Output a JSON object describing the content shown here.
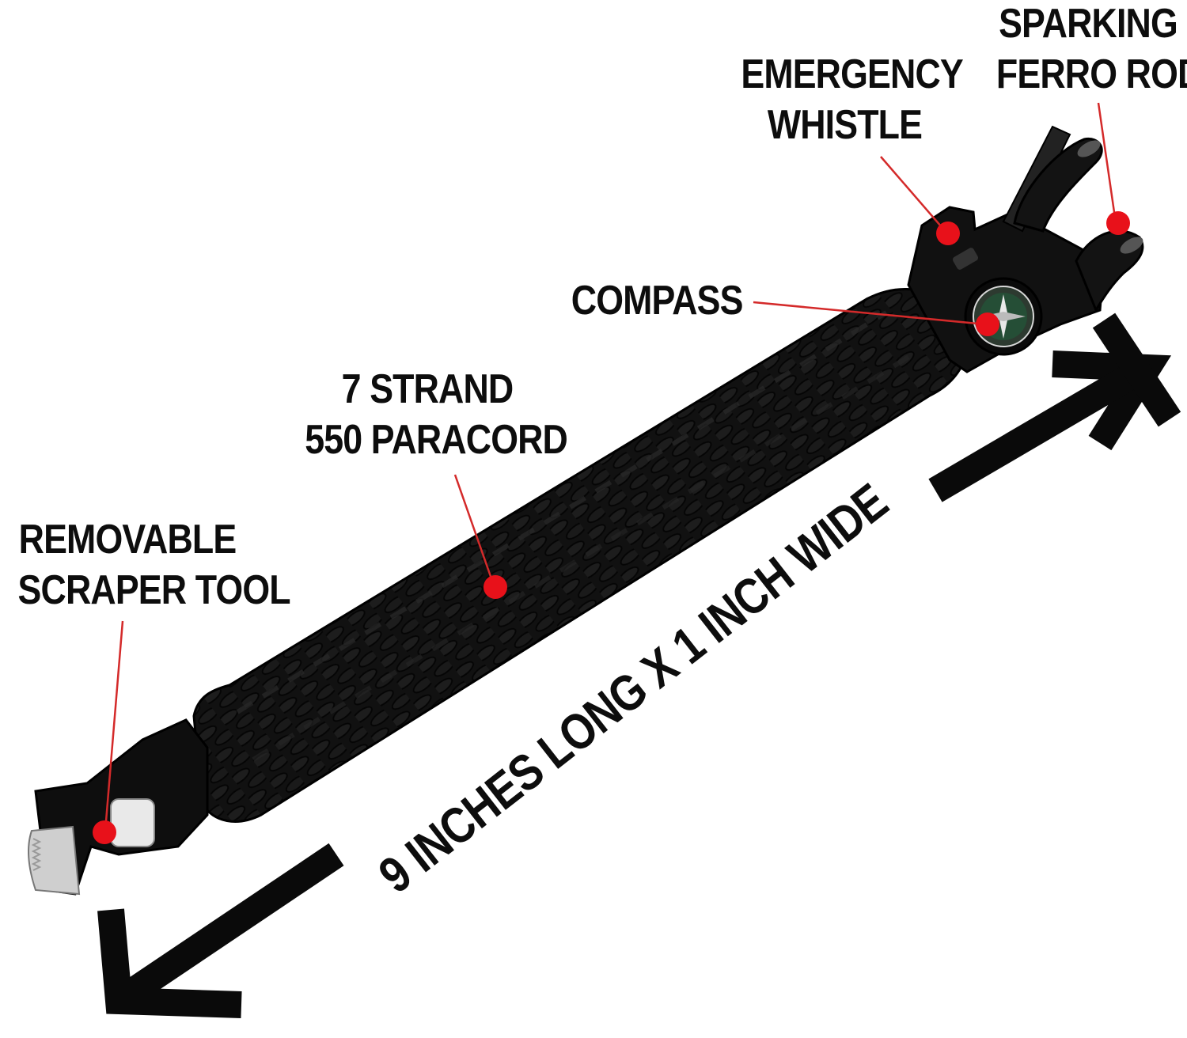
{
  "callouts": {
    "ferro_rod": {
      "line1": "SPARKING",
      "line2": "FERRO ROD"
    },
    "whistle": {
      "line1": "EMERGENCY",
      "line2": "WHISTLE"
    },
    "compass": {
      "line1": "COMPASS"
    },
    "paracord": {
      "line1": "7 STRAND",
      "line2": "550 PARACORD"
    },
    "scraper": {
      "line1": "REMOVABLE",
      "line2": "SCRAPER TOOL"
    }
  },
  "dimension": {
    "text": "9 INCHES LONG X 1 INCH WIDE"
  },
  "colors": {
    "text": "#0d0d0d",
    "marker": "#e8111a",
    "leader_line": "#d42a2a",
    "bracelet": "#101010",
    "background": "#ffffff"
  },
  "icons": [
    "double-headed-arrow",
    "callout-dot",
    "compass-icon"
  ]
}
